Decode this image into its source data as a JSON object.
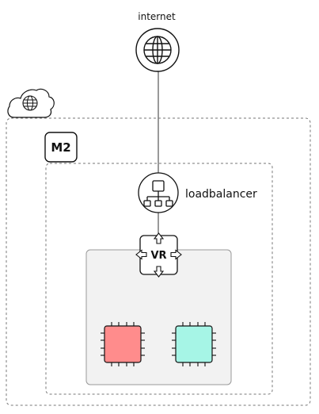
{
  "internet": {
    "label": "internet",
    "icon": "globe-icon"
  },
  "cloud": {
    "icon": "cloud-globe-icon"
  },
  "zone": {
    "label": "M2"
  },
  "loadbalancer": {
    "label": "loadbalancer",
    "icon": "network-hierarchy-icon"
  },
  "router": {
    "label": "VR",
    "icon": "virtual-router-icon"
  },
  "instances": [
    {
      "icon": "chip-icon",
      "color": "#ff8c8c"
    },
    {
      "icon": "chip-icon",
      "color": "#a6f5e6"
    }
  ],
  "colors": {
    "line": "#333333",
    "dashed": "#777777",
    "subnet_fill": "#f2f2f2",
    "subnet_stroke": "#999999"
  }
}
